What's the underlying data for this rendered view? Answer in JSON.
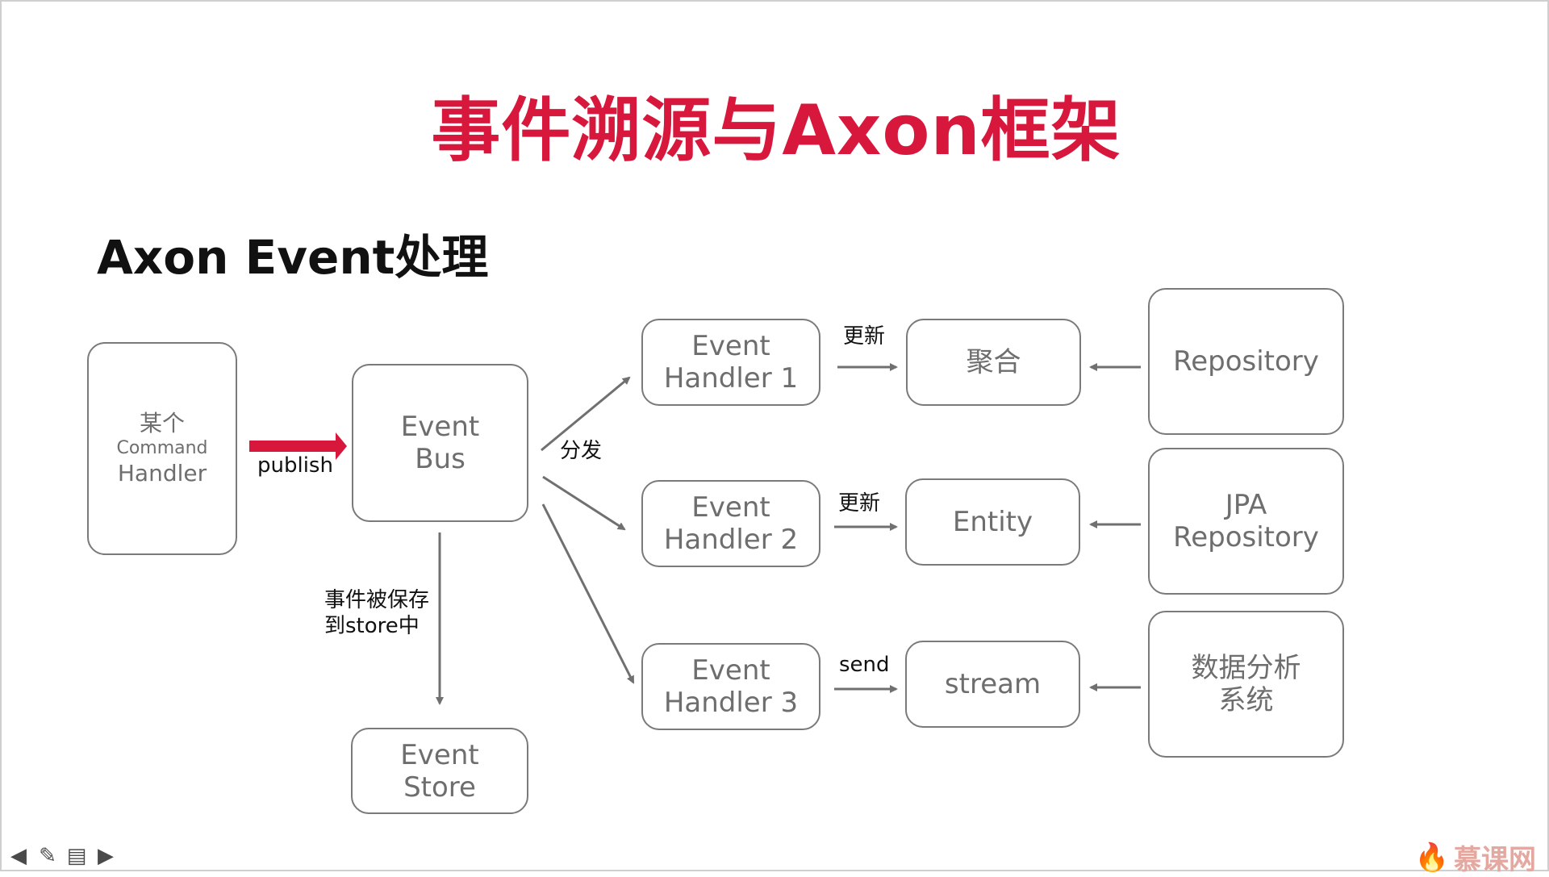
{
  "slide": {
    "title": "事件溯源与Axon框架",
    "subtitle": "Axon Event处理"
  },
  "nodes": {
    "command_handler": {
      "line1": "某个",
      "line2": "Command",
      "line3": "Handler"
    },
    "event_bus": {
      "line1": "Event",
      "line2": "Bus"
    },
    "event_store": {
      "line1": "Event",
      "line2": "Store"
    },
    "handler1": {
      "line1": "Event",
      "line2": "Handler 1"
    },
    "handler2": {
      "line1": "Event",
      "line2": "Handler 2"
    },
    "handler3": {
      "line1": "Event",
      "line2": "Handler 3"
    },
    "aggregate": {
      "line1": "聚合"
    },
    "entity": {
      "line1": "Entity"
    },
    "stream": {
      "line1": "stream"
    },
    "repository": {
      "line1": "Repository"
    },
    "jpa_repository": {
      "line1": "JPA",
      "line2": "Repository"
    },
    "analytics": {
      "line1": "数据分析",
      "line2": "系统"
    }
  },
  "edge_labels": {
    "publish": "publish",
    "dispatch": "分发",
    "store_line1": "事件被保存",
    "store_line2": "到store中",
    "update1": "更新",
    "update2": "更新",
    "send": "send"
  },
  "colors": {
    "title": "#d8173d",
    "publish_arrow": "#d8173d",
    "box_border": "#7a7a7a",
    "arrow": "#707070"
  },
  "toolbar": {
    "icons": [
      "arrow-left-icon",
      "pen-icon",
      "menu-icon",
      "arrow-right-icon"
    ]
  },
  "brand": {
    "icon": "flame-icon",
    "text": "慕课网"
  }
}
